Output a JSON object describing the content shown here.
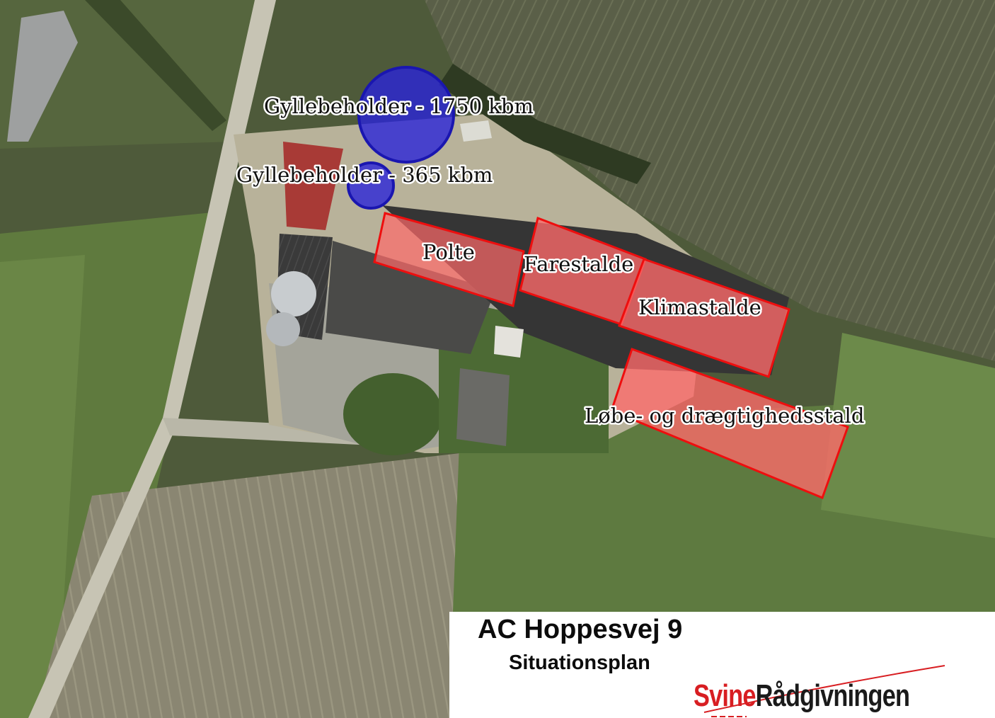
{
  "map": {
    "title": "AC Hoppesvej 9",
    "subtitle": "Situationsplan",
    "logo": {
      "part1": "Svine",
      "part2": "Rådgivningen",
      "brand_red": "#d81e22"
    },
    "tanks": [
      {
        "label": "Gyllebeholder - 1750 kbm",
        "color": "#2a24d8"
      },
      {
        "label": "Gyllebeholder - 365 kbm",
        "color": "#2a24d8"
      }
    ],
    "buildings": [
      {
        "label": "Polte",
        "color": "#ff6a6a"
      },
      {
        "label": "Farestalde",
        "color": "#ff6a6a"
      },
      {
        "label": "Klimastalde",
        "color": "#ff6a6a"
      },
      {
        "label": "Løbe- og drægtighedsstald",
        "color": "#ff6a6a"
      }
    ]
  }
}
